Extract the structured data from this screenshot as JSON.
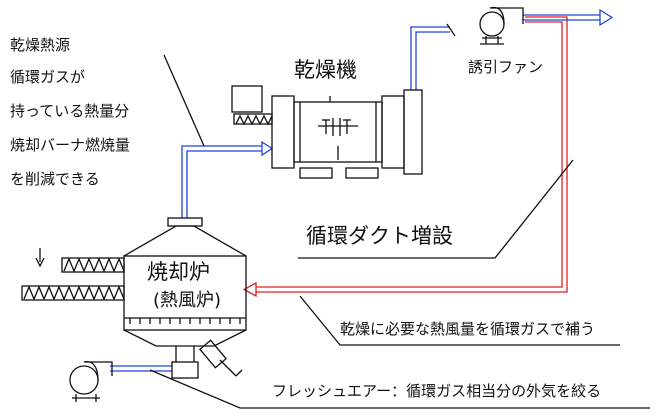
{
  "labels": {
    "drying_heat_source": "乾燥熱源",
    "note_line1": "循環ガスが",
    "note_line2": "持っている熱量分",
    "note_line3": "焼却バーナ燃焼量",
    "note_line4": "を削減できる",
    "dryer": "乾燥機",
    "induced_fan": "誘引ファン",
    "circulation_duct": "循環ダクト増設",
    "incinerator": "焼却炉",
    "hot_air_furnace": "(熱風炉)",
    "circulation_callout": "乾燥に必要な熱風量を循環ガスで補う",
    "fresh_air_callout": "フレッシュエアー：循環ガス相当分の外気を絞る"
  },
  "colors": {
    "blue_duct": "#2244dd",
    "red_duct": "#dd2222",
    "line": "#111111"
  }
}
